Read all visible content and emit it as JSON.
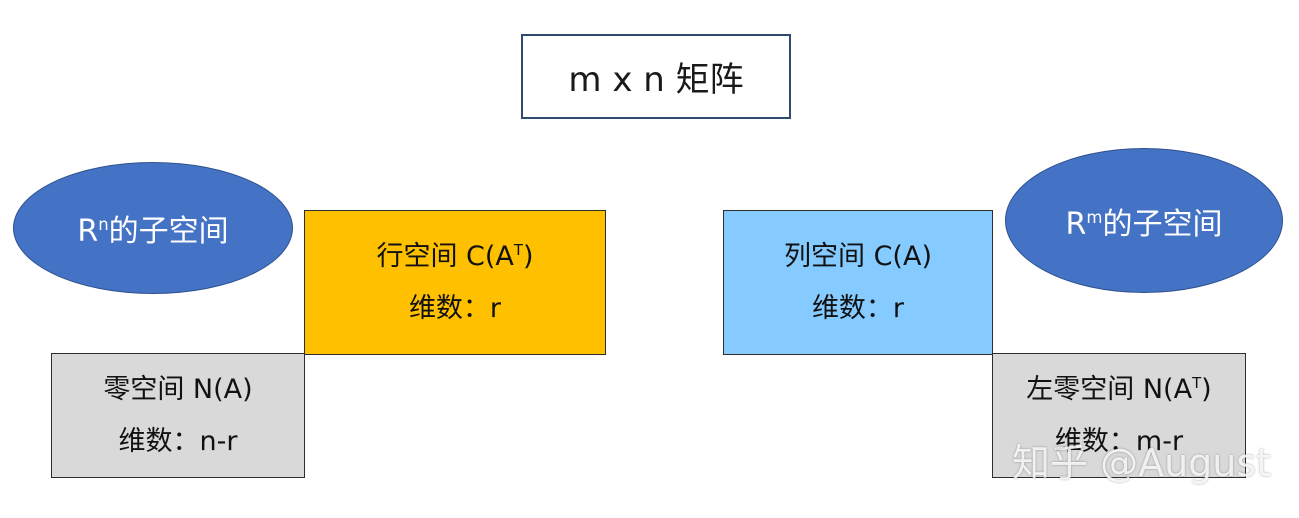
{
  "title": "m x n 矩阵",
  "left_ellipse": {
    "base": "R",
    "sup": "n",
    "rest": "的子空间"
  },
  "right_ellipse": {
    "base": "R",
    "sup": "m",
    "rest": "的子空间"
  },
  "row_space": {
    "label_pre": "行空间 C(A",
    "label_sup": "T",
    "label_post": ")",
    "dim": "维数：r"
  },
  "null_space": {
    "label": "零空间 N(A)",
    "dim": "维数：n-r"
  },
  "column_space": {
    "label": "列空间 C(A)",
    "dim": "维数：r"
  },
  "left_null_space": {
    "label_pre": "左零空间 N(A",
    "label_sup": "T",
    "label_post": ")",
    "dim": "维数：m-r"
  },
  "watermark": "知乎 @August",
  "colors": {
    "row_space": "#ffc000",
    "column_space": "#85cbff",
    "null_space": "#d9d9d9",
    "ellipse": "#4472c4"
  }
}
